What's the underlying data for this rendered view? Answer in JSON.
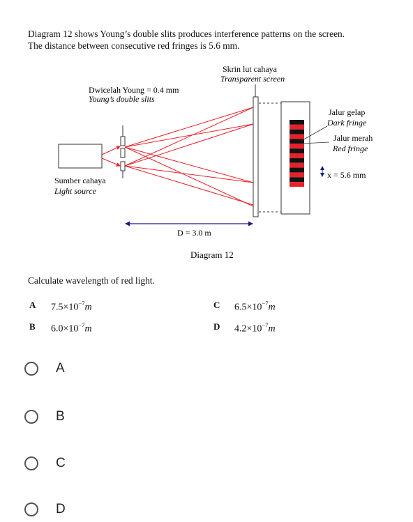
{
  "question": {
    "intro_line1": "Diagram 12 shows Young’s double slits produces interference patterns on the screen.",
    "intro_line2": "The distance between consecutive red fringes is 5.6 mm.",
    "prompt": "Calculate wavelength of red light."
  },
  "diagram": {
    "screen_label_ms": "Skrin lut cahaya",
    "screen_label_en": "Transparent screen",
    "slits_label_ms": "Dwicelah Young = 0.4 mm",
    "slits_label_en": "Young’s double slits",
    "source_label_ms": "Sumber cahaya",
    "source_label_en": "Light source",
    "dark_label_ms": "Jalur gelap",
    "dark_label_en": "Dark fringe",
    "red_label_ms": "Jalur merah",
    "red_label_en": "Red fringe",
    "x_label": "x = 5.6 mm",
    "d_label": "D = 3.0 m",
    "caption": "Diagram 12",
    "colors": {
      "ray": "#e8202a",
      "fringe_red": "#e8202a",
      "fringe_dark": "#111111",
      "arrow": "#1a1a8c"
    }
  },
  "options": [
    {
      "letter": "A",
      "mantissa": "7.5×10",
      "exponent": "−7",
      "unit": "m"
    },
    {
      "letter": "B",
      "mantissa": "6.0×10",
      "exponent": "−7",
      "unit": "m"
    },
    {
      "letter": "C",
      "mantissa": "6.5×10",
      "exponent": "−7",
      "unit": "m"
    },
    {
      "letter": "D",
      "mantissa": "4.2×10",
      "exponent": "−7",
      "unit": "m"
    }
  ],
  "choices": [
    {
      "label": "A",
      "selected": false
    },
    {
      "label": "B",
      "selected": false
    },
    {
      "label": "C",
      "selected": false
    },
    {
      "label": "D",
      "selected": false
    }
  ]
}
